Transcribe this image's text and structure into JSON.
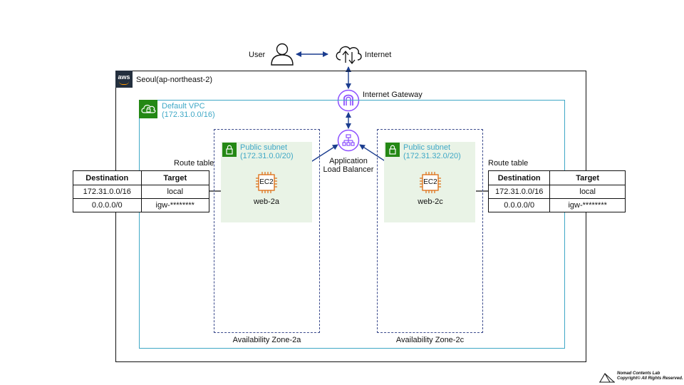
{
  "internet": {
    "user_label": "User",
    "internet_label": "Internet"
  },
  "region": {
    "aws_logo_text": "aws",
    "label": "Seoul(ap-northeast-2)"
  },
  "gateway": {
    "label": "Internet Gateway"
  },
  "vpc": {
    "name": "Default VPC",
    "cidr": "(172.31.0.0/16)"
  },
  "alb": {
    "line1": "Application",
    "line2": "Load Balancer"
  },
  "zones": [
    {
      "az_label": "Availability Zone-2a",
      "subnet_name": "Public subnet",
      "subnet_cidr": "(172.31.0.0/20)",
      "ec2_text": "EC2",
      "instance_label": "web-2a"
    },
    {
      "az_label": "Availability Zone-2c",
      "subnet_name": "Public subnet",
      "subnet_cidr": "(172.31.32.0/20)",
      "ec2_text": "EC2",
      "instance_label": "web-2c"
    }
  ],
  "route_tables": [
    {
      "title": "Route table",
      "headers": [
        "Destination",
        "Target"
      ],
      "rows": [
        [
          "172.31.0.0/16",
          "local"
        ],
        [
          "0.0.0.0/0",
          "igw-********"
        ]
      ]
    },
    {
      "title": "Route table",
      "headers": [
        "Destination",
        "Target"
      ],
      "rows": [
        [
          "172.31.0.0/16",
          "local"
        ],
        [
          "0.0.0.0/0",
          "igw-********"
        ]
      ]
    }
  ],
  "footer": {
    "line1": "Nomad Contents Lab",
    "line2": "Copyright© All Rights Reserved."
  },
  "colors": {
    "aws_dark": "#232f3e",
    "aws_orange": "#ff9900",
    "vpc_green": "#248814",
    "vpc_border": "#3fa8c6",
    "subnet_fill": "#e9f3e6",
    "az_border": "#3b4a8c",
    "purple": "#8c4fff",
    "ec2_orange": "#dd6b10",
    "arrow_blue": "#1b3d8f"
  }
}
